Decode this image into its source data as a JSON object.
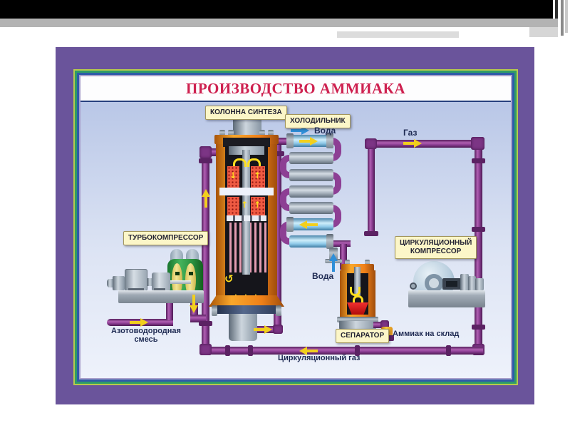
{
  "slide": {
    "title": "ПРОИЗВОДСТВО АММИАКА",
    "equipment": {
      "column": "КОЛОННА СИНТЕЗА",
      "cooler": "ХОЛОДИЛЬНИК",
      "turbocompressor": "ТУРБОКОМПРЕССОР",
      "circulating_compressor_line1": "ЦИРКУЛЯЦИОННЫЙ",
      "circulating_compressor_line2": "КОМПРЕССОР",
      "separator": "СЕПАРАТОР"
    },
    "streams": {
      "water_out": "Вода",
      "water_in": "Вода",
      "gas": "Газ",
      "feed_line1": "Азотоводородная",
      "feed_line2": "смесь",
      "ammonia_out": "Аммиак на склад",
      "circulation_gas": "Циркуляционный газ"
    },
    "icons": {
      "up_arrow": "↑",
      "down_arrow": "↓",
      "rotate_arrow": "↺"
    },
    "colors": {
      "slide_background": "#6a549b",
      "diagram_background": "#bfcbe9",
      "pipe_purple": "#8d3f94",
      "title_red": "#ce2150",
      "label_yellow": "#fcf6c8",
      "vessel_orange": "#f08018",
      "flow_arrow_yellow": "#f2cf1d",
      "water_arrow_blue": "#2f8fd8"
    }
  }
}
